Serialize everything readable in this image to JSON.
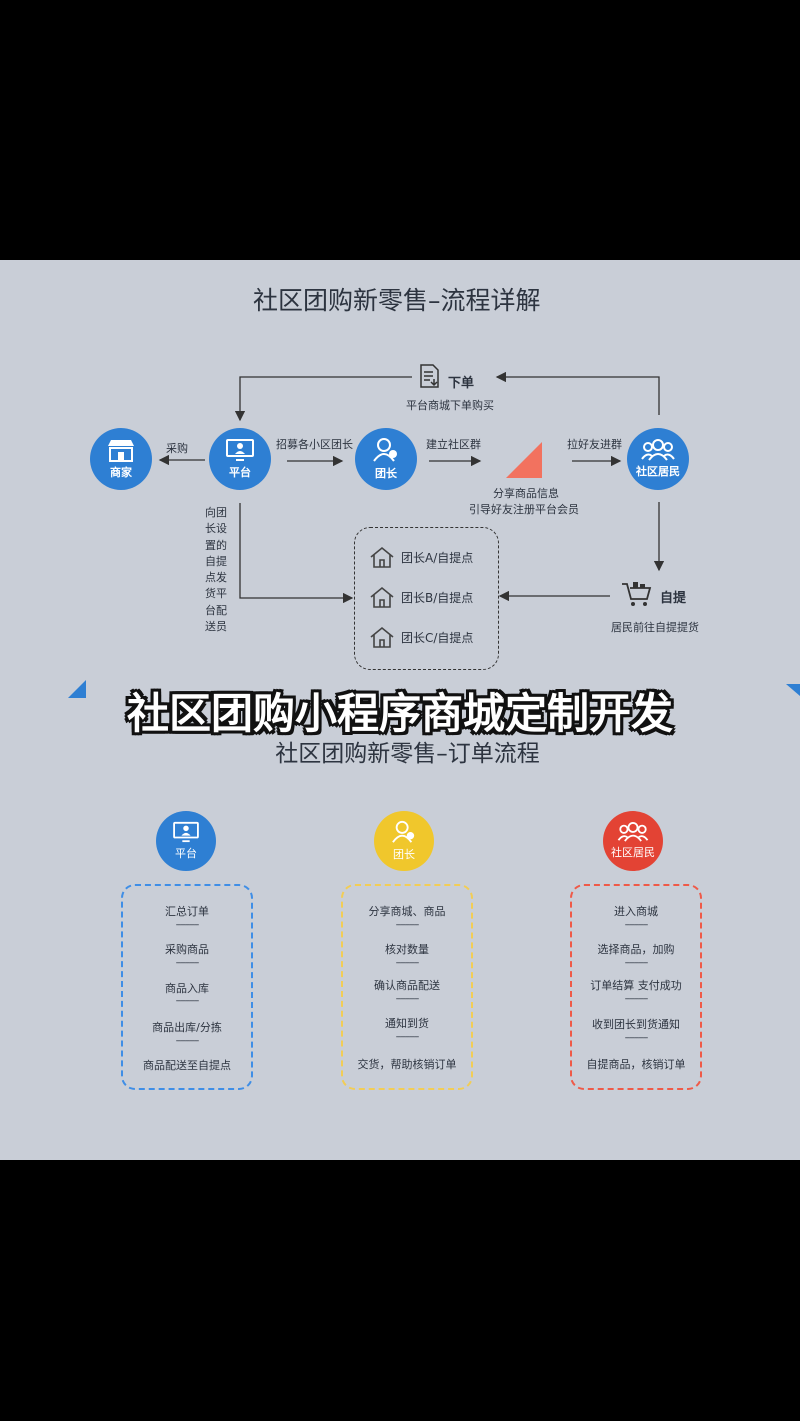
{
  "top_flow": {
    "title": "社区团购新零售–流程详解",
    "order_label": "下单",
    "order_sub": "平台商城下单购买",
    "merchant": "商家",
    "platform": "平台",
    "leader": "团长",
    "residents": "社区居民",
    "purchase_label": "采购",
    "recruit_label": "招募各小区团长",
    "group_label": "建立社区群",
    "invite_label": "拉好友进群",
    "share_label_1": "分享商品信息",
    "share_label_2": "引导好友注册平台会员",
    "ship_label": "向团长设置的自提点发货平台配送员",
    "pickup_points": [
      "团长A/自提点",
      "团长B/自提点",
      "团长C/自提点"
    ],
    "self_pickup": "自提",
    "self_pickup_sub": "居民前往自提提货"
  },
  "banner": "社区团购小程序商城定制开发",
  "order_flow": {
    "title": "社区团购新零售–订单流程",
    "columns": [
      {
        "name": "平台",
        "steps": [
          "汇总订单",
          "采购商品",
          "商品入库",
          "商品出库/分拣",
          "商品配送至自提点"
        ]
      },
      {
        "name": "团长",
        "steps": [
          "分享商城、商品",
          "核对数量",
          "确认商品配送",
          "通知到货",
          "交货，帮助核销订单"
        ]
      },
      {
        "name": "社区居民",
        "steps": [
          "进入商城",
          "选择商品，加购",
          "订单结算 支付成功",
          "收到团长到货通知",
          "自提商品，核销订单"
        ]
      }
    ],
    "separator": "----------"
  },
  "colors": {
    "blue": "#2e7fd3",
    "yellow": "#f0c72c",
    "red": "#e34334",
    "background": "#c9ced7"
  },
  "icons": [
    "store-icon",
    "monitor-icon",
    "user-icon",
    "group-icon",
    "document-icon",
    "cart-icon",
    "house-icon"
  ]
}
